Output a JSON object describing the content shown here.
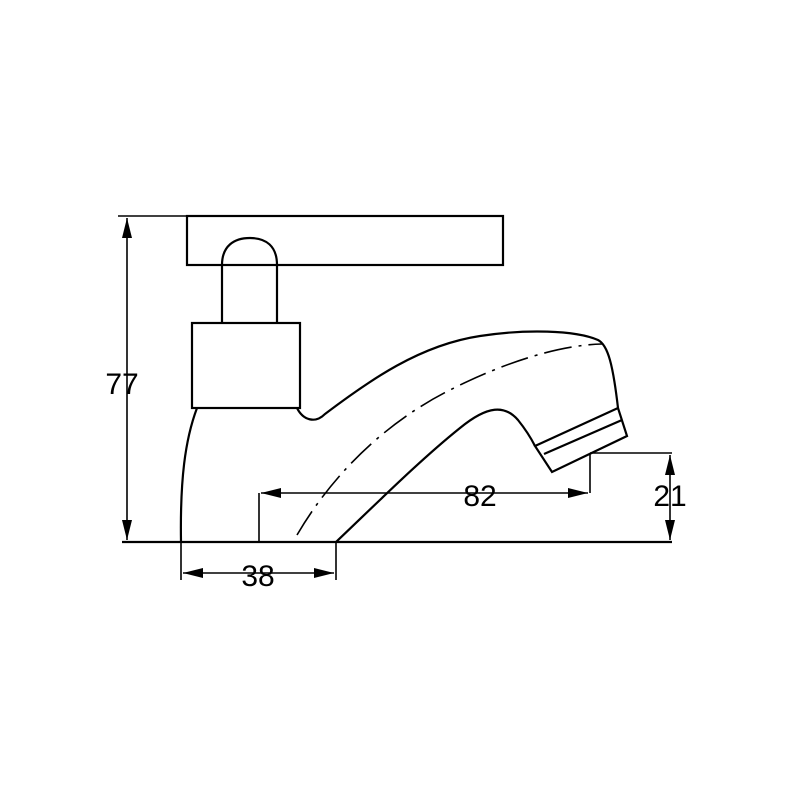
{
  "drawing": {
    "dimensions": {
      "height": "77",
      "reach": "82",
      "base_width": "38",
      "spout_height": "21"
    }
  }
}
